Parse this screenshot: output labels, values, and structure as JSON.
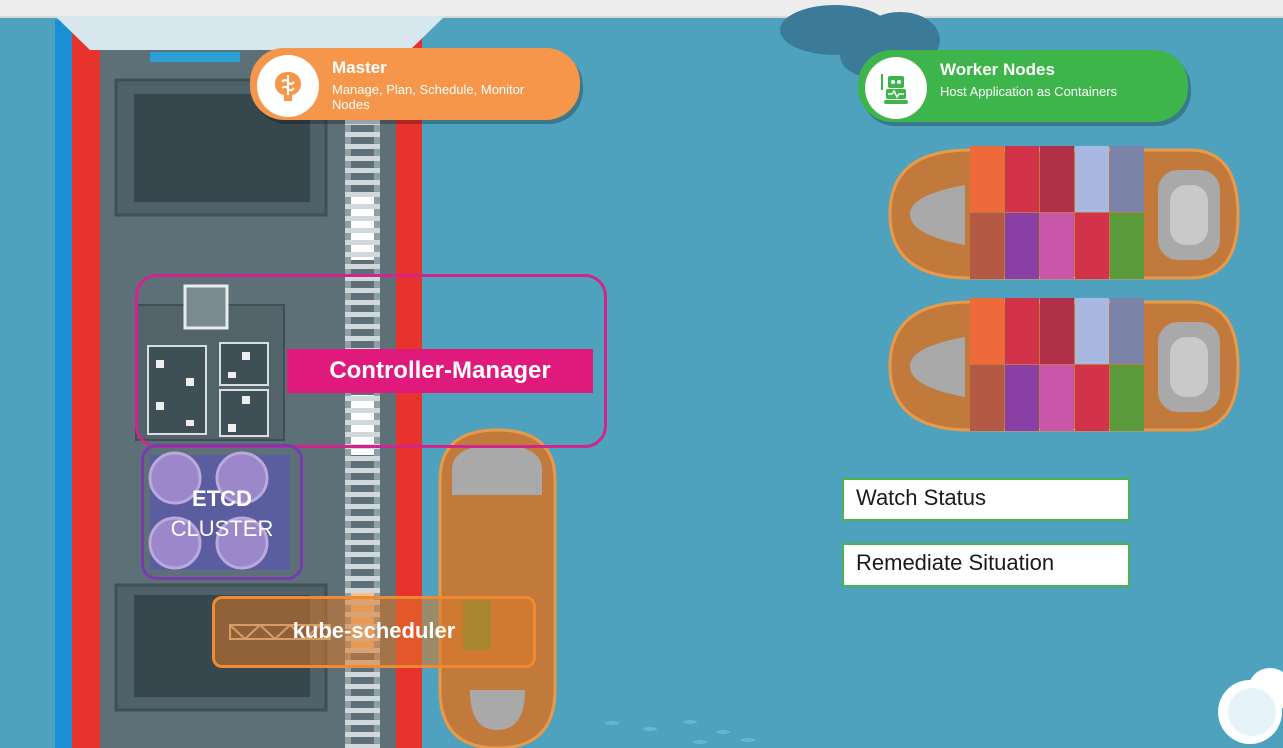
{
  "master": {
    "title": "Master",
    "subtitle": "Manage, Plan, Schedule, Monitor Nodes",
    "icon": "brain-icon",
    "color": "#f5964a"
  },
  "worker": {
    "title": "Worker Nodes",
    "subtitle": "Host Application as Containers",
    "icon": "robot-icon",
    "color": "#3db54a"
  },
  "components": {
    "controller_manager": "Controller-Manager",
    "etcd_line1": "ETCD",
    "etcd_line2": "CLUSTER",
    "kube_scheduler": "kube-scheduler"
  },
  "actions": {
    "watch_status": "Watch Status",
    "remediate": "Remediate Situation"
  },
  "colors": {
    "ocean": "#4ea2bd",
    "controller_outline": "#d1248c",
    "controller_label_bg": "#e0197d",
    "etcd_outline": "#7a3ab0",
    "scheduler_outline": "#f08a30",
    "status_border": "#4cb24e"
  }
}
